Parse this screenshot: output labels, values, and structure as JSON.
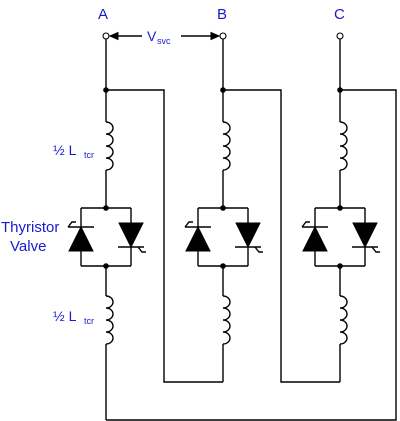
{
  "terminals": {
    "a": "A",
    "b": "B",
    "c": "C"
  },
  "voltage": {
    "main": "V",
    "sub": "svc"
  },
  "labels": {
    "upper_inductor": {
      "main": "½ L",
      "sub": "tcr"
    },
    "lower_inductor": {
      "main": "½ L",
      "sub": "tcr"
    },
    "valve_line1": "Thyristor",
    "valve_line2": "Valve"
  },
  "colors": {
    "label": "#1a1ad0",
    "wire": "#000000"
  }
}
